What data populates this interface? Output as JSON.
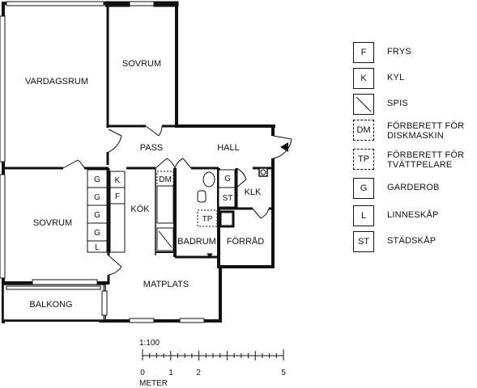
{
  "rooms": {
    "vardagsrum": "VARDAGSRUM",
    "sovrum_top": "SOVRUM",
    "sovrum_left": "SOVRUM",
    "pass": "PASS",
    "hall": "HALL",
    "kok": "KÖK",
    "badrum": "BADRUM",
    "klk": "KLK",
    "forrad": "FÖRRÅD",
    "matplats": "MATPLATS",
    "balkong": "BALKONG"
  },
  "fixtures": {
    "wardrobe": "G",
    "linen": "L",
    "freezer": "K",
    "fridge": "F",
    "dishwasher": "DM",
    "cleaning": "ST",
    "washer": "TP",
    "hall_wardrobe": "G"
  },
  "legend": [
    {
      "code": "F",
      "label": "FRYS",
      "dashed": false
    },
    {
      "code": "K",
      "label": "KYL",
      "dashed": false
    },
    {
      "code": "",
      "label": "SPIS",
      "dashed": false,
      "icon": "stove-icon"
    },
    {
      "code": "DM",
      "label": "FÖRBERETT FÖR DISKMASKIN",
      "dashed": true
    },
    {
      "code": "TP",
      "label": "FÖRBERETT FÖR TVÄTTPELARE",
      "dashed": true
    },
    {
      "code": "G",
      "label": "GARDEROB",
      "dashed": false
    },
    {
      "code": "L",
      "label": "LINNESKÅP",
      "dashed": false
    },
    {
      "code": "ST",
      "label": "STÄDSKÅP",
      "dashed": false
    }
  ],
  "scale": {
    "ratio": "1:100",
    "unit": "METER",
    "ticks": [
      "0",
      "1",
      "2",
      "5"
    ]
  }
}
